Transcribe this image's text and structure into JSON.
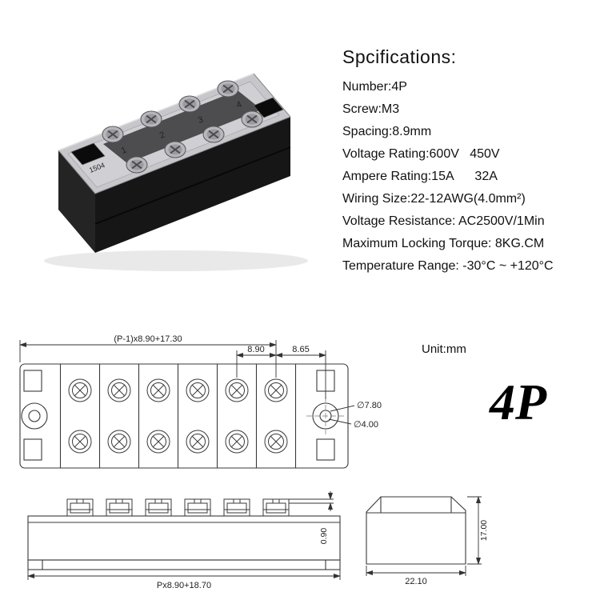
{
  "product": {
    "label_code": "1504",
    "pole_numbers": [
      "1",
      "2",
      "3",
      "4"
    ]
  },
  "specs": {
    "title": "Spcifications:",
    "items": [
      "Number:4P",
      "Screw:M3",
      "Spacing:8.9mm",
      "Voltage Rating:600V   450V",
      "Ampere Rating:15A      32A",
      "Wiring Size:22-12AWG(4.0mm²)",
      "Voltage Resistance: AC2500V/1Min",
      "Maximum Locking Torque: 8KG.CM",
      "Temperature Range: -30°C ~ +120°C"
    ]
  },
  "top_view": {
    "dim_overall": "(P-1)x8.90+17.30",
    "dim_pitch": "8.90",
    "dim_edge": "8.65",
    "dia_outer": "∅7.80",
    "dia_inner": "∅4.00",
    "unit": "Unit:mm",
    "model": "4P"
  },
  "side_view": {
    "dim_length": "Px8.90+18.70",
    "dim_clamp": "0.90"
  },
  "end_view": {
    "dim_height": "17.00",
    "dim_depth": "22.10"
  }
}
